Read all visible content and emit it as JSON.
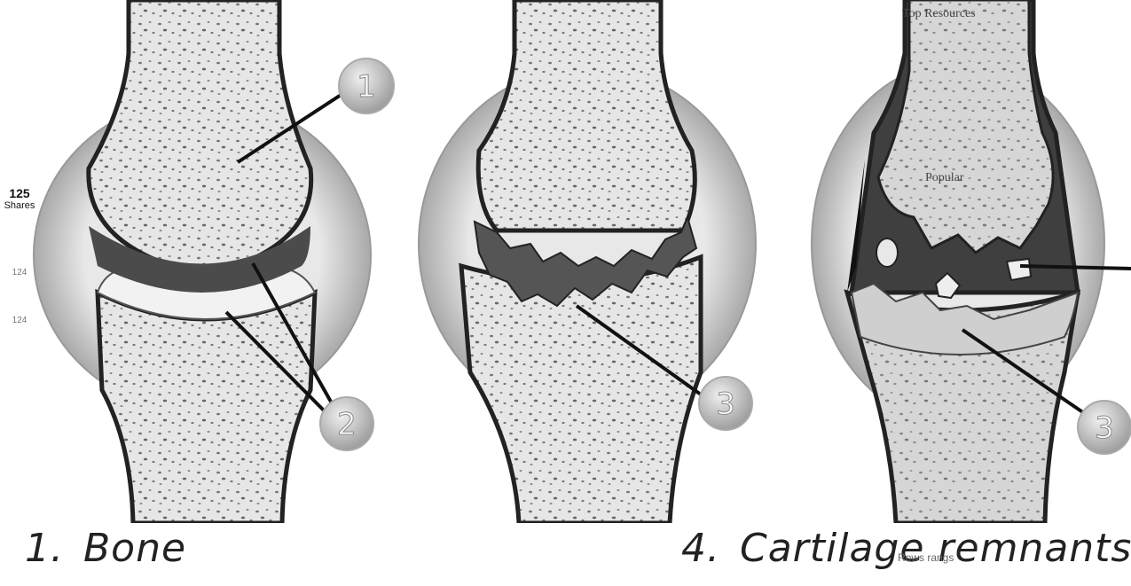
{
  "share_widget": {
    "count": "125",
    "label": "Shares",
    "counts": [
      "124",
      "124"
    ]
  },
  "overlay": {
    "top_resources": "Top Resources",
    "popular": "Popular"
  },
  "callouts": [
    "1",
    "2",
    "3",
    "3"
  ],
  "captions": [
    {
      "number": "1.",
      "text": "Bone"
    },
    {
      "number": "4.",
      "text": "Cartilage remnants"
    }
  ],
  "faint_text": "Rows rangs",
  "colors": {
    "bone": "#e4e4e4",
    "cartilage": "#cfcfcf",
    "damage": "#555555",
    "capsule": "#bdbdbd",
    "line": "#111111",
    "callout": "#c4c4c4"
  }
}
